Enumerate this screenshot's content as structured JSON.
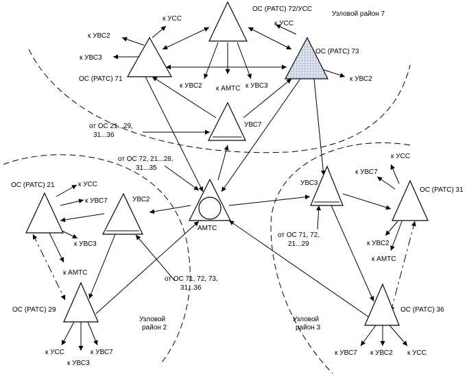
{
  "regions": {
    "r7": "Узловой район 7",
    "r2a": "Узловой",
    "r2b": "район 2",
    "r3a": "Узловой",
    "r3b": "район 3"
  },
  "nodes": {
    "os72": "ОС (РАТС) 72/УСС",
    "os73": "ОС (РАТС) 73",
    "os71": "ОС (РАТС) 71",
    "uvs7": "УВС7",
    "amts": "АМТС",
    "os21": "ОС (РАТС) 21",
    "uvs2": "УВС2",
    "os29": "ОС (РАТС) 29",
    "uvs3": "УВС3",
    "os31": "ОС (РАТС) 31",
    "os36": "ОС (РАТС) 36"
  },
  "labels": {
    "os72_uvs2": "к УВС2",
    "os72_amts": "к АМТС",
    "os72_uvs3": "к УВС3",
    "os71_uss": "к УСС",
    "os71_uvs2": "к УВС2",
    "os71_uvs3": "к УВС3",
    "os73_uss": "к УСС",
    "os73_uvs2": "к УВС2",
    "from_uvs7_1": "от ОС 21...29,",
    "from_uvs7_2": "31...36",
    "from_amts_1": "от ОС 72, 21...28,",
    "from_amts_2": "31...35",
    "os21_uss": "к УСС",
    "os21_uvs7": "к УВС7",
    "os21_uvs3": "к УВС3",
    "os21_amts": "к АМТС",
    "from_uvs2_1": "от ОС 71, 72, 73,",
    "from_uvs2_2": "31...36",
    "os29_uss": "к УСС",
    "os29_uvs3": "к УВС3",
    "os29_uvs7": "к УВС7",
    "from_uvs3_1": "от ОС 71, 72,",
    "from_uvs3_2": "21...29",
    "os31_uss": "к УСС",
    "os31_uvs7": "к УВС7",
    "os31_uvs2": "к УВС2",
    "os31_amts": "к АМТС",
    "os36_uvs7": "к УВС7",
    "os36_uvs2": "к УВС2",
    "os36_uss": "к УСС"
  }
}
